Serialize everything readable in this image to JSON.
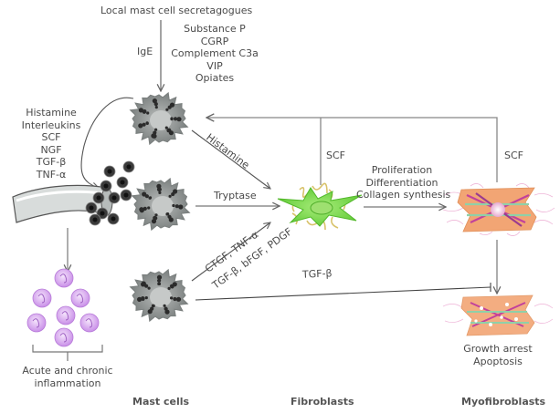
{
  "top": {
    "title": "Local mast cell secretagogues",
    "ige_label": "IgE",
    "secretagogues": [
      "Substance P",
      "CGRP",
      "Complement C3a",
      "VIP",
      "Opiates"
    ]
  },
  "left_mediators": [
    "Histamine",
    "Interleukins",
    "SCF",
    "NGF",
    "TGF-β",
    "TNF-α"
  ],
  "inflammation": {
    "line1": "Acute and chronic",
    "line2": "inflammation"
  },
  "arrows": {
    "histamine": "Histamine",
    "tryptase": "Tryptase",
    "growth_factors_1": "CTGF, TNF-α",
    "growth_factors_2": "TGF-β, bFGF, PDGF",
    "tgf_inhibit": "TGF-β",
    "scf_fibroblast": "SCF",
    "scf_myofibroblast": "SCF"
  },
  "fibroblast_effects": [
    "Proliferation",
    "Differentiation",
    "Collagen synthesis"
  ],
  "myofibroblast_fate": [
    "Growth arrest",
    "Apoptosis"
  ],
  "columns": {
    "mast_cells": "Mast cells",
    "fibroblasts": "Fibroblasts",
    "myofibroblasts": "Myofibroblasts"
  },
  "colors": {
    "line": "#777777",
    "mast_cell": "#8a8f8d",
    "granule": "#2b2b2b",
    "fibroblast": "#7cd84a",
    "collagen": "#d8c26a",
    "myo_orange": "#f2a574",
    "myo_green": "#8fd0a8",
    "myo_magenta": "#c2419b",
    "inflammatory_cell": "#d9a8f0"
  }
}
